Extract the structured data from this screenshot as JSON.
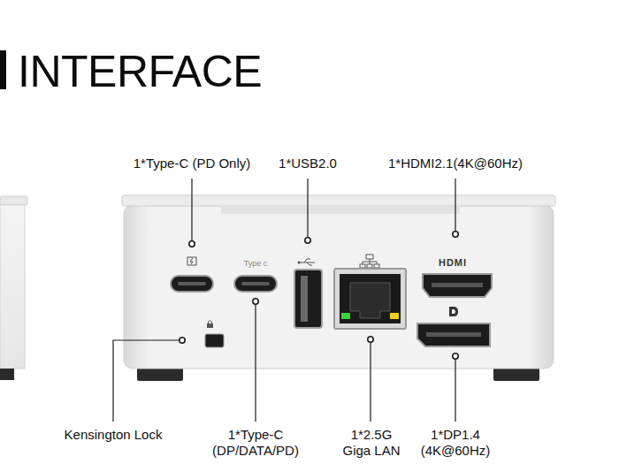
{
  "diagram": {
    "title": "INTERFACE",
    "labels": [
      "1*Type-C (PD Only)",
      "1*USB2.0",
      "1*HDMI2.1(4K@60Hz)",
      "Type c",
      "HDMI",
      "Kensington Lock",
      "1*Type-C (DP/DATA/PD)",
      "1*2.5G Giga LAN",
      "1*DP1.4 (4K@60Hz)"
    ]
  }
}
